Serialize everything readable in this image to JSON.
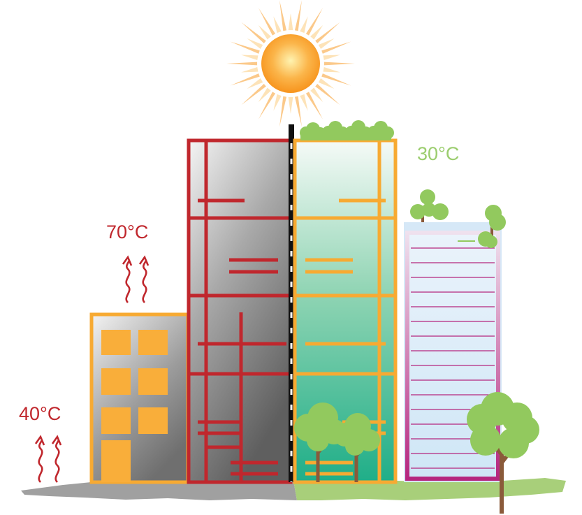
{
  "labels": {
    "hot_roof_temp": "70°C",
    "hot_street_temp": "40°C",
    "green_temp": "30°C"
  },
  "colors": {
    "hot_label": "#c0272d",
    "green_label": "#9bcd6e",
    "hot_frame": "#c0272d",
    "warm_frame": "#f7aa32",
    "green_building_frame": "#f7aa32",
    "glass_building_frame": "#b5267e",
    "window_orange": "#f9ae3a",
    "tree_green": "#92c95e",
    "trunk_brown": "#8a5a3a",
    "ground_gray": "#8f8f8f",
    "grass_green": "#a8cf7a",
    "sun_core": "#f7941d",
    "sun_rays": "#fbd19a"
  }
}
